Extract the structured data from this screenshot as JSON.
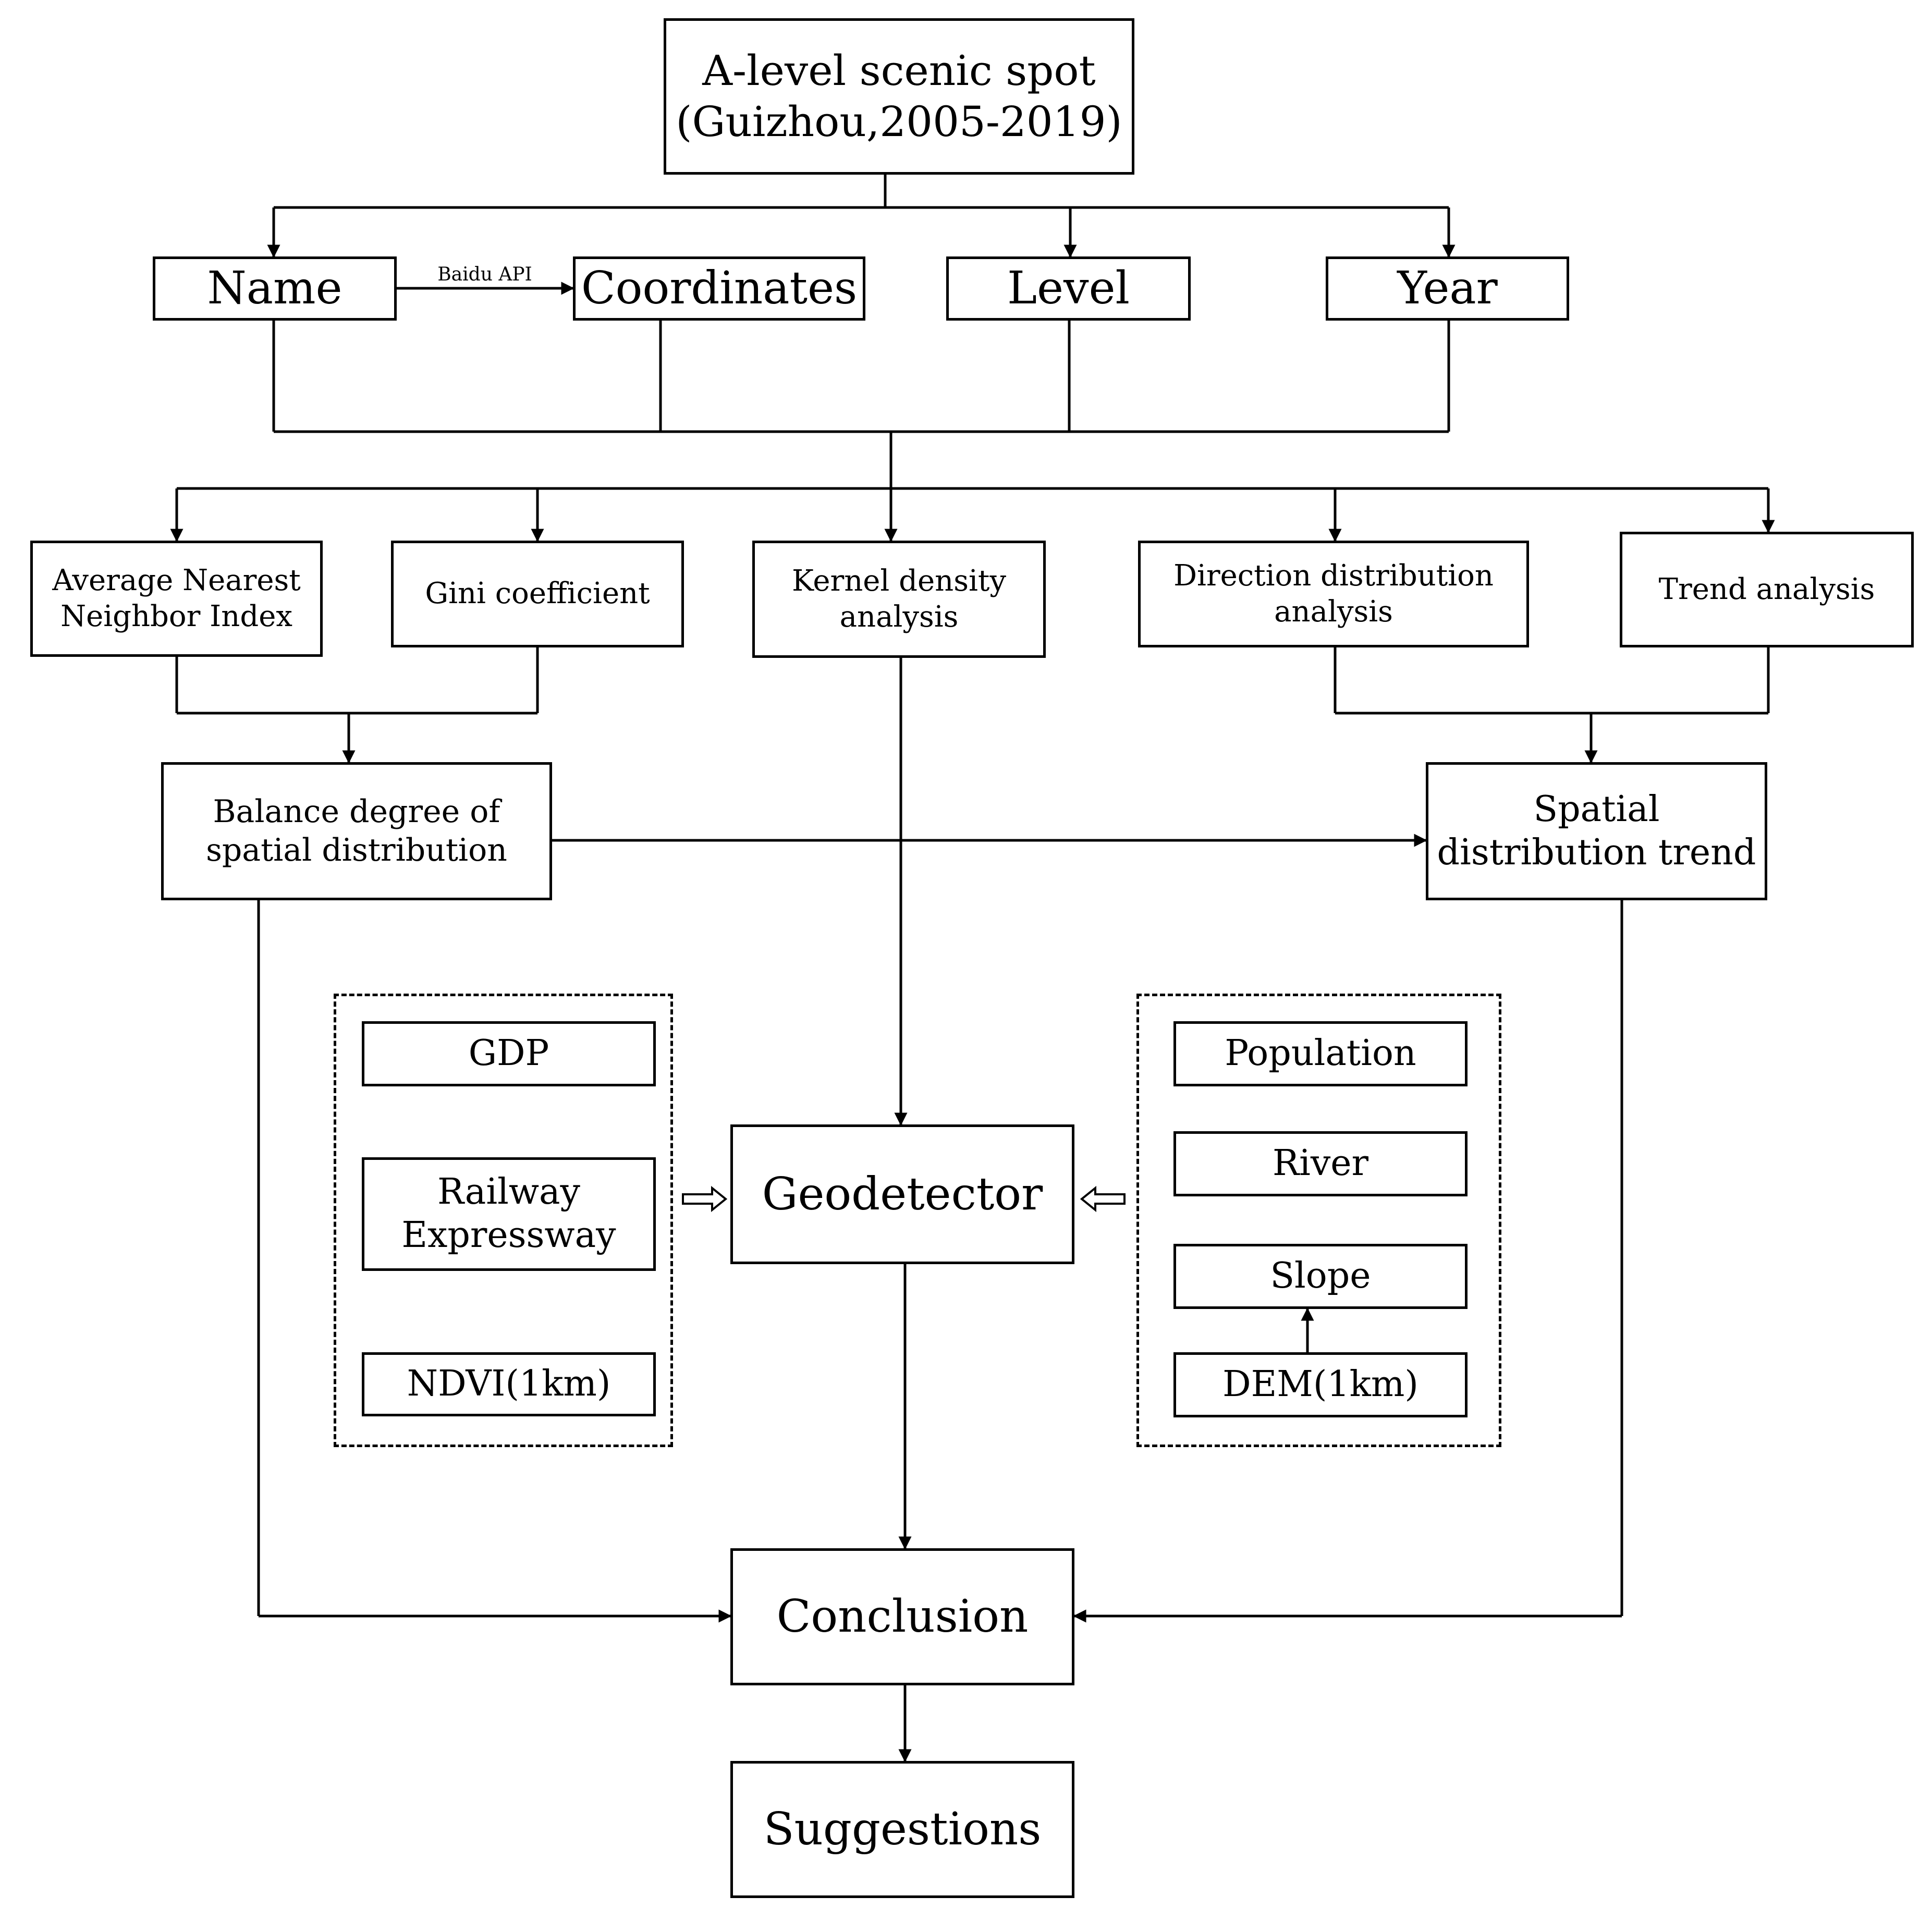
{
  "top": {
    "line1": "A-level scenic spot",
    "line2": "(Guizhou,2005-2019)"
  },
  "attributes": {
    "name": "Name",
    "coordinates": "Coordinates",
    "level": "Level",
    "year": "Year",
    "edge_label": "Baidu API"
  },
  "methods": {
    "anni": {
      "line1": "Average Nearest",
      "line2": "Neighbor Index"
    },
    "gini": "Gini coefficient",
    "kernel": {
      "line1": "Kernel density",
      "line2": "analysis"
    },
    "direction": {
      "line1": "Direction distribution",
      "line2": "analysis"
    },
    "trend": "Trend analysis"
  },
  "results": {
    "balance": {
      "line1": "Balance degree of",
      "line2": "spatial distribution"
    },
    "spatial_trend": {
      "line1": "Spatial",
      "line2": "distribution trend"
    }
  },
  "factors_left": {
    "gdp": "GDP",
    "railway": "Railway",
    "expressway": "Expressway",
    "ndvi": "NDVI(1km)"
  },
  "factors_right": {
    "population": "Population",
    "river": "River",
    "slope": "Slope",
    "dem": "DEM(1km)"
  },
  "geodetector": "Geodetector",
  "conclusion": "Conclusion",
  "suggestions": "Suggestions"
}
